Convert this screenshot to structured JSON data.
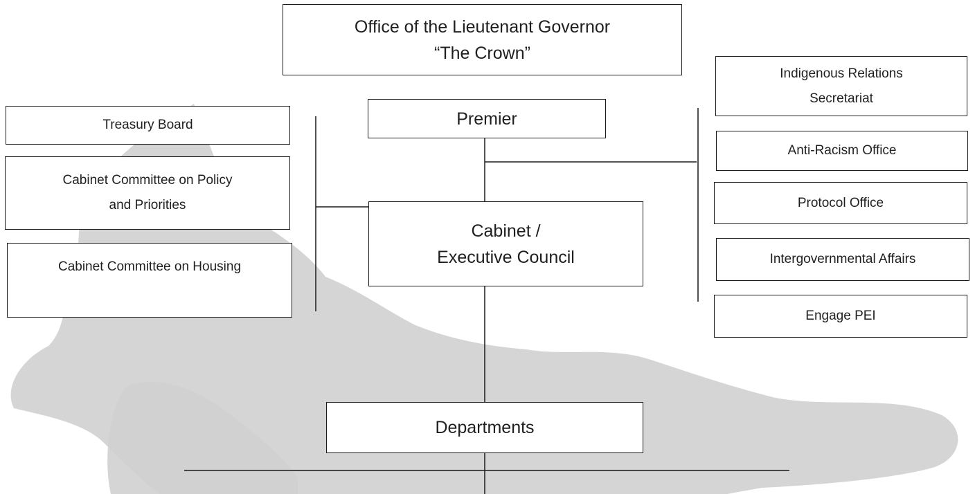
{
  "diagram": {
    "lieutenant_governor": {
      "line1": "Office of the Lieutenant Governor",
      "line2": "“The Crown”"
    },
    "premier": "Premier",
    "cabinet": {
      "line1": "Cabinet /",
      "line2": "Executive Council"
    },
    "departments": "Departments",
    "left_committees": [
      {
        "line1": "Treasury Board"
      },
      {
        "line1": "Cabinet Committee on Policy",
        "line2": "and Priorities"
      },
      {
        "line1": "Cabinet Committee on Housing"
      }
    ],
    "right_offices": [
      {
        "line1": "Indigenous Relations",
        "line2": "Secretariat"
      },
      {
        "line1": "Anti-Racism Office"
      },
      {
        "line1": "Protocol Office"
      },
      {
        "line1": "Intergovernmental Affairs"
      },
      {
        "line1": "Engage PEI"
      }
    ]
  },
  "colors": {
    "background": "#ffffff",
    "map_silhouette": "#cfcfcf",
    "box_border": "#1a1a1a",
    "connector": "#1a1a1a"
  }
}
